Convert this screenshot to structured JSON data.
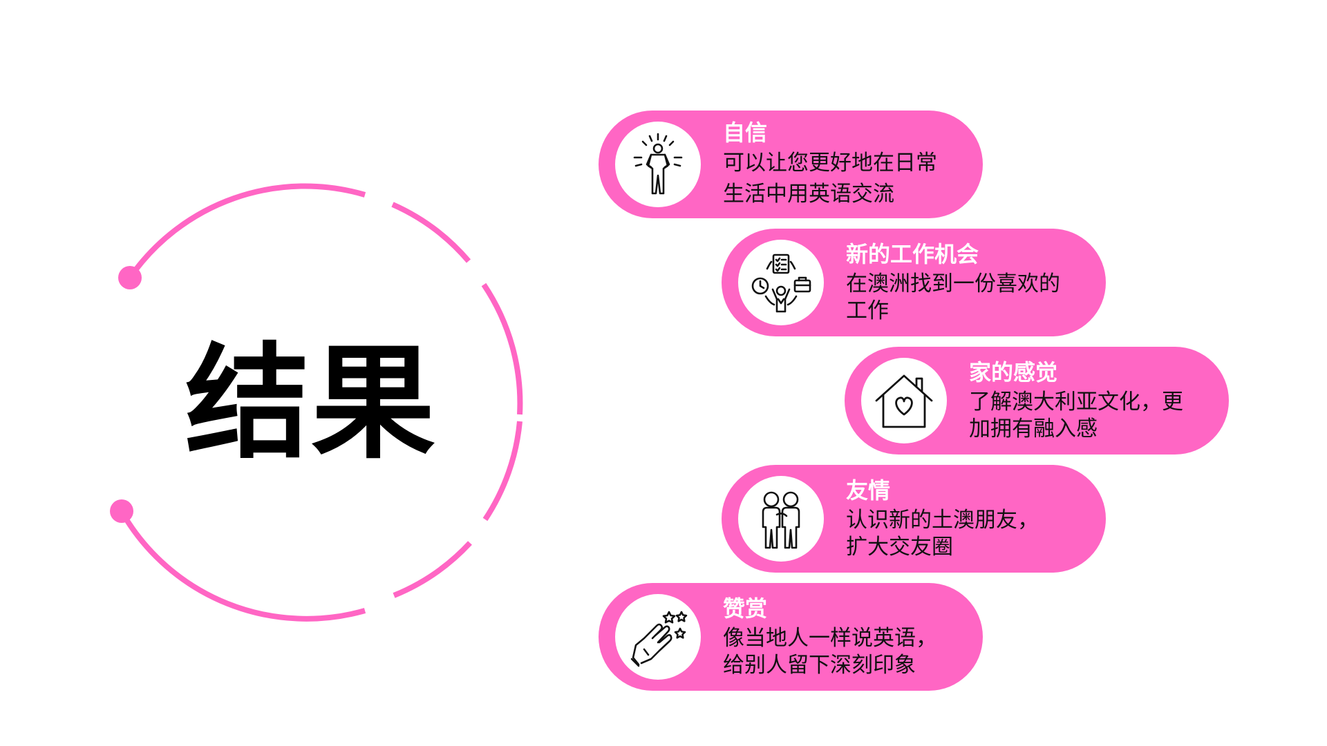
{
  "title": "结果",
  "colors": {
    "accent": "#ff66c4",
    "background": "#ffffff",
    "icon_bg": "#ffffff",
    "heading": "#ffffff",
    "body_text": "#111111",
    "title_text": "#000000"
  },
  "items": [
    {
      "heading": "自信",
      "desc_line1": "可以让您更好地在日常",
      "desc_line2": "生活中用英语交流",
      "icon": "confident-person-icon"
    },
    {
      "heading": "新的工作机会",
      "desc_line1": "在澳洲找到一份喜欢的",
      "desc_line2": "工作",
      "icon": "job-opportunity-icon"
    },
    {
      "heading": "家的感觉",
      "desc_line1": "了解澳大利亚文化，更",
      "desc_line2": "加拥有融入感",
      "icon": "house-heart-icon"
    },
    {
      "heading": "友情",
      "desc_line1": "认识新的土澳朋友，",
      "desc_line2": "扩大交友圈",
      "icon": "two-friends-icon"
    },
    {
      "heading": "赞赏",
      "desc_line1": "像当地人一样说英语，",
      "desc_line2": "给别人留下深刻印象",
      "icon": "clapping-stars-icon"
    }
  ]
}
